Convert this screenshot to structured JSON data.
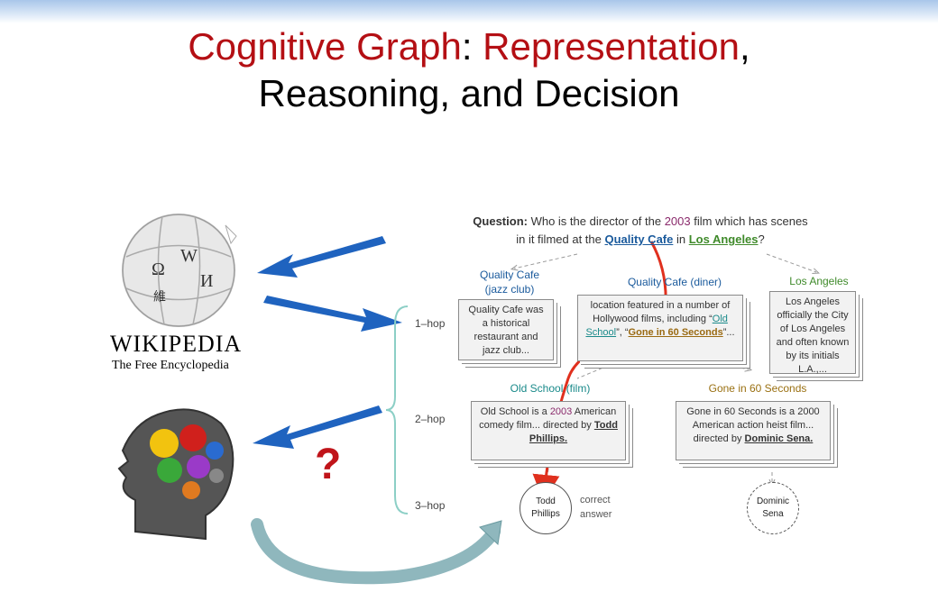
{
  "title": {
    "part1": "Cognitive Graph",
    "colon": ": ",
    "part2": "Representation",
    "comma": ",",
    "line2": "Reasoning, and Decision"
  },
  "question": {
    "label": "Question:",
    "text_a": " Who is the director of the ",
    "year": "2003",
    "text_b": " film which has scenes",
    "text_c": "in it filmed at the ",
    "entity1": "Quality Cafe",
    "text_d": " in ",
    "entity2": "Los Angeles",
    "text_e": "?"
  },
  "wikipedia": {
    "name": "WIKIPEDIA",
    "tagline": "The Free Encyclopedia"
  },
  "question_mark": "?",
  "hops": [
    "1–hop",
    "2–hop",
    "3–hop"
  ],
  "nodes_1hop": [
    {
      "title_l1": "Quality Cafe",
      "title_l2": "(jazz club)",
      "text": "Quality Cafe was a historical restaurant and jazz club..."
    },
    {
      "title_l1": "Quality Cafe (diner)",
      "text_a": "location featured in a number of Hollywood films, including “",
      "link1": "Old School",
      "text_b": "”, “",
      "link2": "Gone in 60 Seconds",
      "text_c": "”..."
    },
    {
      "title_l1": "Los Angeles",
      "text": "Los Angeles officially the City of Los Angeles and often known by its initials L.A.,..."
    }
  ],
  "nodes_2hop": [
    {
      "title": "Old School (film)",
      "text_a": "Old School is a ",
      "year": "2003",
      "text_b": " American comedy film... directed by ",
      "director": "Todd Phillips."
    },
    {
      "title": "Gone in 60 Seconds",
      "text_a": "Gone in 60 Seconds is a 2000 American action heist film... directed by ",
      "director": "Dominic Sena."
    }
  ],
  "nodes_3hop": [
    {
      "l1": "Todd",
      "l2": "Phillips"
    },
    {
      "l1": "Dominic",
      "l2": "Sena"
    }
  ],
  "answer_label": {
    "l1": "correct",
    "l2": "answer"
  },
  "colors": {
    "title_red": "#b40f14",
    "arrow_blue": "#1f63bf",
    "path_red": "#e0301e",
    "curve_teal": "#8fb7bd"
  }
}
